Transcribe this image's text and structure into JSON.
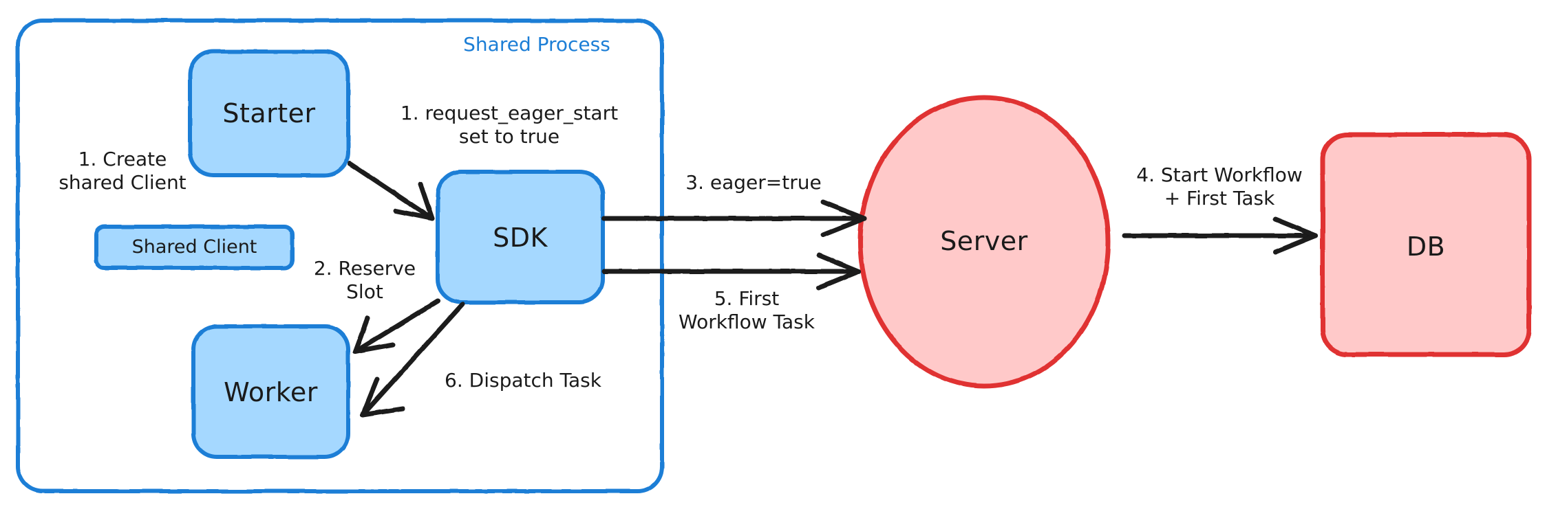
{
  "diagram": {
    "title": "Eager Workflow Start sequence diagram",
    "colors": {
      "blue_stroke": "#1c7ed6",
      "blue_fill": "#a5d8ff",
      "red_stroke": "#e03131",
      "red_fill": "#ffc9c9",
      "ink": "#1a1a1a",
      "background": "#ffffff"
    },
    "container": {
      "label": "Shared Process"
    },
    "nodes": [
      {
        "id": "starter",
        "label": "Starter",
        "shape": "rounded-rect",
        "color": "blue"
      },
      {
        "id": "shared-client",
        "label": "Shared Client",
        "shape": "rounded-rect",
        "color": "blue"
      },
      {
        "id": "sdk",
        "label": "SDK",
        "shape": "rounded-rect",
        "color": "blue"
      },
      {
        "id": "worker",
        "label": "Worker",
        "shape": "rounded-rect",
        "color": "blue"
      },
      {
        "id": "server",
        "label": "Server",
        "shape": "ellipse",
        "color": "red"
      },
      {
        "id": "db",
        "label": "DB",
        "shape": "rounded-rect",
        "color": "red"
      }
    ],
    "edge_labels": [
      {
        "id": "create-shared-client",
        "text": "1. Create\nshared Client"
      },
      {
        "id": "request-eager-start",
        "text": "1. request_eager_start\nset to true"
      },
      {
        "id": "reserve-slot",
        "text": "2. Reserve\nSlot"
      },
      {
        "id": "eager-true",
        "text": "3. eager=true"
      },
      {
        "id": "start-workflow-first-task",
        "text": "4. Start Workflow\n+ First Task"
      },
      {
        "id": "first-workflow-task",
        "text": "5. First\nWorkflow Task"
      },
      {
        "id": "dispatch-task",
        "text": "6. Dispatch Task"
      }
    ]
  }
}
